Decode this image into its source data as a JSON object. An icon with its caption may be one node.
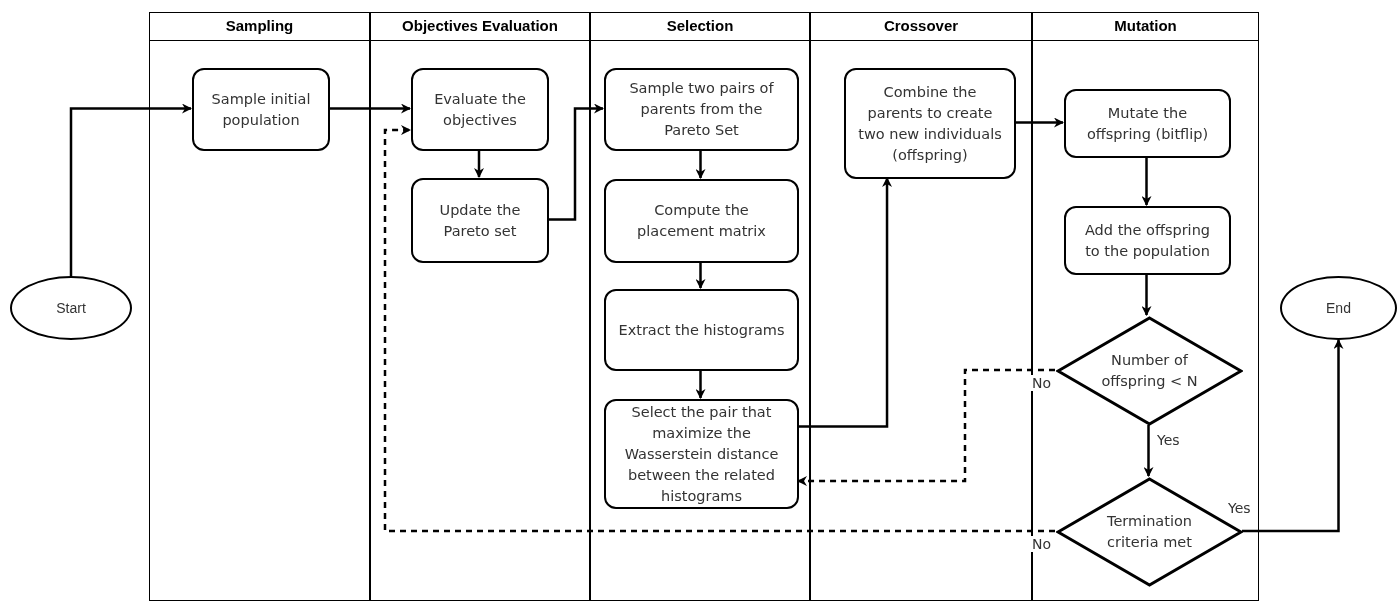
{
  "diagram": {
    "nodes": [
      {
        "text": [
          "Sampling"
        ]
      },
      {
        "text": [
          "Objectives Evaluation"
        ]
      },
      {
        "text": [
          "Selection"
        ]
      },
      {
        "text": [
          "Crossover"
        ]
      },
      {
        "text": [
          "Mutation"
        ]
      },
      {
        "text": [
          "Start"
        ]
      },
      {
        "text": [
          "Sample initial population"
        ],
        "in": 0
      },
      {
        "text": [
          "Evaluate the objectives"
        ],
        "in": 1
      },
      {
        "text": [
          "Update the Pareto set"
        ],
        "in": 1
      },
      {
        "text": [
          "Sample two pairs of parents from the Pareto Set"
        ],
        "in": 2
      },
      {
        "text": [
          "Compute the placement matrix"
        ],
        "in": 2
      },
      {
        "text": [
          "Extract the histograms"
        ],
        "in": 2
      },
      {
        "text": [
          "Select the pair that maximize the Wasserstein distance between the related histograms"
        ],
        "in": 2
      },
      {
        "text": [
          "Combine the parents to create two new individuals (offspring)"
        ],
        "in": 3
      },
      {
        "text": [
          "Mutate the offspring (bitflip)"
        ],
        "in": 4
      },
      {
        "text": [
          "Add the offspring to the population"
        ],
        "in": 4
      },
      {
        "text": [
          "Number of offspring < N"
        ],
        "in": 4
      },
      {
        "text": [
          "Termination criteria met"
        ],
        "in": 4
      },
      {
        "text": [
          "End"
        ]
      }
    ],
    "edges": [
      {
        "from": 5,
        "to": 6,
        "arrow": "to"
      },
      {
        "from": 6,
        "to": 7,
        "arrow": "to"
      },
      {
        "from": 17,
        "to": 7,
        "arrow": "to",
        "label": "No",
        "style": "dashed"
      },
      {
        "from": 7,
        "to": 8,
        "arrow": "to"
      },
      {
        "from": 8,
        "to": 9,
        "arrow": "to"
      },
      {
        "from": 9,
        "to": 10,
        "arrow": "to"
      },
      {
        "from": 10,
        "to": 11,
        "arrow": "to"
      },
      {
        "from": 11,
        "to": 12,
        "arrow": "to"
      },
      {
        "from": 12,
        "to": 13,
        "arrow": "to"
      },
      {
        "from": 13,
        "to": 14,
        "arrow": "to"
      },
      {
        "from": 14,
        "to": 15,
        "arrow": "to"
      },
      {
        "from": 15,
        "to": 16,
        "arrow": "to"
      },
      {
        "from": 16,
        "to": 12,
        "arrow": "to",
        "label": "No",
        "style": "dashed"
      },
      {
        "from": 16,
        "to": 17,
        "arrow": "to",
        "label": "Yes"
      },
      {
        "from": 17,
        "to": 18,
        "arrow": "to",
        "label": "Yes"
      }
    ]
  }
}
